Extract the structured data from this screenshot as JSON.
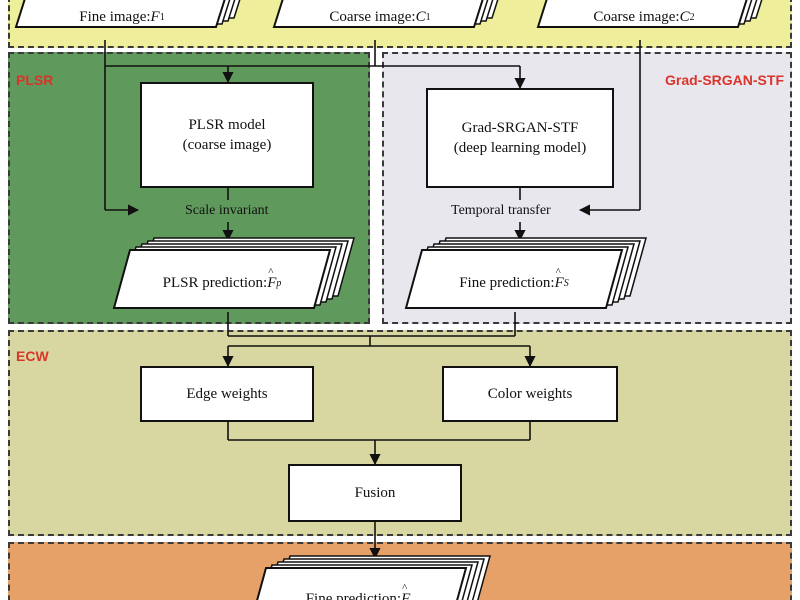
{
  "colors": {
    "inputs_panel": "#efee9a",
    "plsr_panel": "#5f9a5c",
    "gradsrgan_panel": "#e9e7ee",
    "ecw_panel": "#d9d7a1",
    "output_panel": "#e6a169",
    "section_label": "#d8352b"
  },
  "inputs": {
    "fine_image": "Fine image: ",
    "fine_symbol": "F",
    "fine_sub": "1",
    "coarse1": "Coarse image: ",
    "coarse1_symbol": "C",
    "coarse1_sub": "1",
    "coarse2": "Coarse image: ",
    "coarse2_symbol": "C",
    "coarse2_sub": "2"
  },
  "plsr": {
    "section_title": "PLSR",
    "model_line1": "PLSR model",
    "model_line2": "(coarse image)",
    "note": "Scale invariant",
    "prediction_text": "PLSR prediction: ",
    "prediction_symbol": "F",
    "prediction_sub": "p"
  },
  "gradsrgan": {
    "section_title": "Grad-SRGAN-STF",
    "model_line1": "Grad-SRGAN-STF",
    "model_line2": "(deep learning model)",
    "note": "Temporal transfer",
    "prediction_text": "Fine prediction: ",
    "prediction_symbol": "F",
    "prediction_sub": "S"
  },
  "ecw": {
    "section_title": "ECW",
    "edge_weights": "Edge weights",
    "color_weights": "Color weights",
    "fusion": "Fusion"
  },
  "output": {
    "prediction_text": "Fine prediction: ",
    "prediction_symbol": "F"
  }
}
